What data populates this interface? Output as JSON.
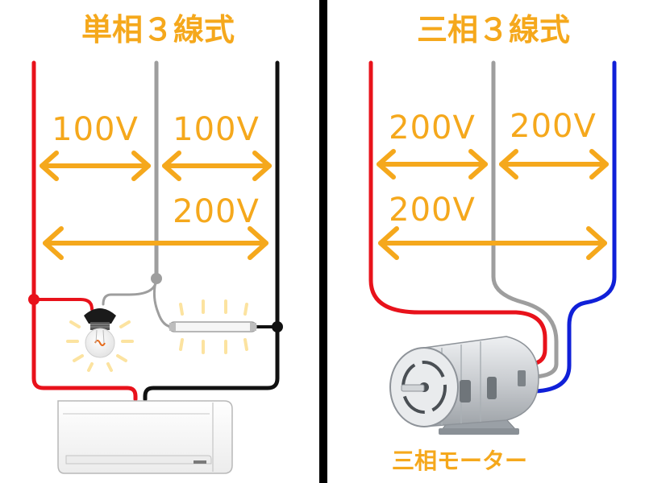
{
  "colors": {
    "accent": "#F5A81C",
    "wire_red": "#E8121B",
    "wire_gray": "#9E9E9E",
    "wire_black": "#111111",
    "wire_blue": "#1020D8",
    "divider": "#000000"
  },
  "single_phase": {
    "title": "単相３線式",
    "voltage_left": "100V",
    "voltage_right": "100V",
    "voltage_total": "200V"
  },
  "three_phase": {
    "title": "三相３線式",
    "voltage_left": "200V",
    "voltage_right": "200V",
    "voltage_total": "200V",
    "motor_label": "三相モーター"
  },
  "icons": {
    "bulb": "light-bulb-icon",
    "fluorescent": "fluorescent-tube-icon",
    "air_conditioner": "air-conditioner-icon",
    "motor": "electric-motor-icon"
  }
}
